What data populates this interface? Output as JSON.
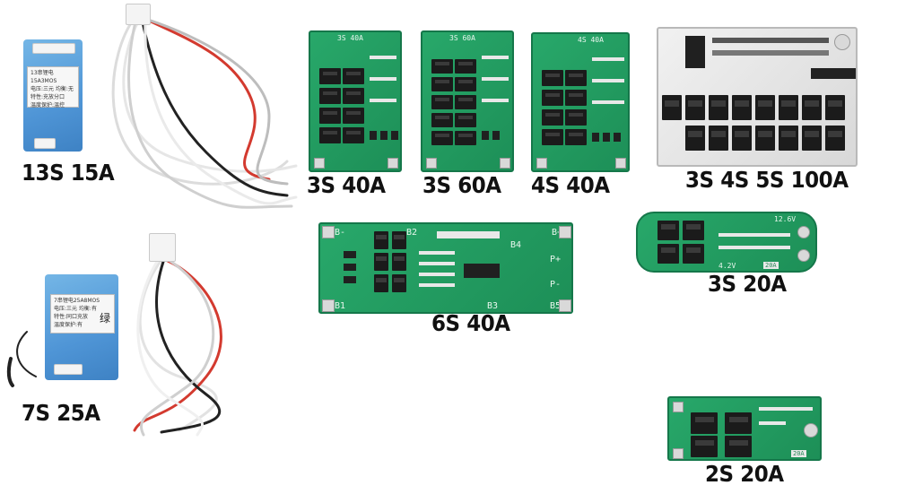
{
  "products": [
    {
      "label": "13S 15A",
      "type": "bms-module-with-wire-harness",
      "sticker": [
        "13串锂电15A3MOS",
        "电压:三元  均衡:无",
        "特性:充放分口",
        "温度保护:温控"
      ]
    },
    {
      "label": "3S 40A",
      "type": "bms-pcb",
      "silk": "3S 40A"
    },
    {
      "label": "3S 60A",
      "type": "bms-pcb",
      "silk": "3S 60A"
    },
    {
      "label": "4S 40A",
      "type": "bms-pcb",
      "silk": "4S 40A"
    },
    {
      "label": "3S 4S 5S  100A",
      "type": "bms-pcb"
    },
    {
      "label": "6S 40A",
      "type": "bms-pcb",
      "pads": [
        "B-",
        "B2",
        "B4",
        "B+",
        "P+",
        "P-",
        "B1",
        "B3",
        "B5"
      ]
    },
    {
      "label": "3S 20A",
      "type": "bms-pcb",
      "silk": "12.6V",
      "tag": "20A",
      "silk2": "4.2V"
    },
    {
      "label": "7S 25A",
      "type": "bms-module-with-wire-harness",
      "sticker": [
        "7串锂电25A8MOS",
        "电压:三元  均衡:有",
        "特性:同口充放",
        "温度保护:有"
      ],
      "mark": "绿"
    },
    {
      "label": "2S 20A",
      "type": "bms-pcb",
      "tag": "20A"
    }
  ],
  "colors": {
    "pcb_green": "#1d8f57",
    "module_blue": "#4f95d6",
    "wire_red": "#d33a2f",
    "wire_black": "#222222",
    "wire_white": "#f2f2f2"
  }
}
